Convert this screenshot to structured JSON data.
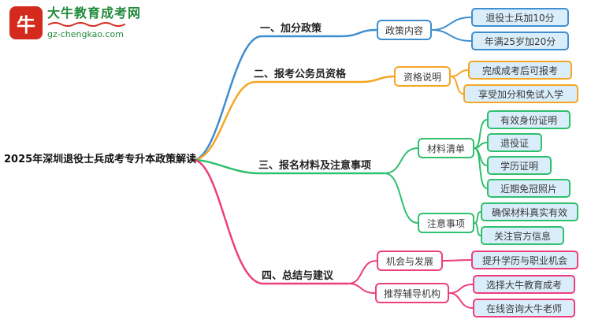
{
  "logo": {
    "site_name": "大牛教育成考网",
    "site_url": "gz-chengkao.com",
    "icon_glyph": "牛"
  },
  "root": {
    "title": "2025年深圳退役士兵成考专升本政策解读"
  },
  "colors": {
    "branch1_blue": "#3e8ed0",
    "branch2_orange": "#f5a623",
    "branch3_green": "#2fc06e",
    "branch4_pink": "#ed3f7f",
    "leaf_fill": "#d9edfa",
    "logo_red": "#d42a1e",
    "logo_green": "#218a3c"
  },
  "branches": [
    {
      "label": "一、加分政策",
      "nodes": [
        {
          "label": "政策内容",
          "leaves": [
            "退役士兵加10分",
            "年满25岁加20分"
          ]
        }
      ]
    },
    {
      "label": "二、报考公务员资格",
      "nodes": [
        {
          "label": "资格说明",
          "leaves": [
            "完成成考后可报考",
            "享受加分和免试入学"
          ]
        }
      ]
    },
    {
      "label": "三、报名材料及注意事项",
      "nodes": [
        {
          "label": "材料清单",
          "leaves": [
            "有效身份证明",
            "退役证",
            "学历证明",
            "近期免冠照片"
          ]
        },
        {
          "label": "注意事项",
          "leaves": [
            "确保材料真实有效",
            "关注官方信息"
          ]
        }
      ]
    },
    {
      "label": "四、总结与建议",
      "nodes": [
        {
          "label": "机会与发展",
          "leaves": [
            "提升学历与职业机会"
          ]
        },
        {
          "label": "推荐辅导机构",
          "leaves": [
            "选择大牛教育成考",
            "在线咨询大牛老师"
          ]
        }
      ]
    }
  ]
}
